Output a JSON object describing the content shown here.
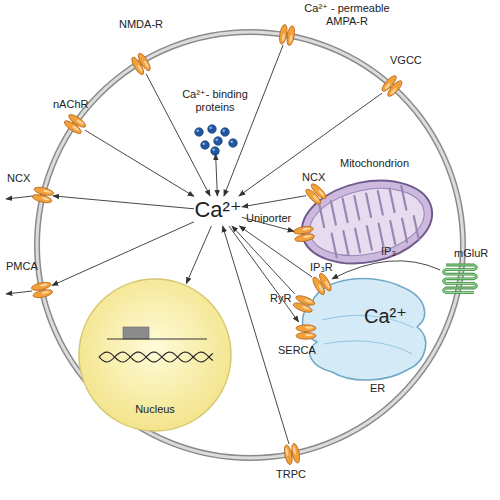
{
  "diagram": {
    "nodes": [
      {
        "text": [
          "NMDA-R"
        ]
      },
      {
        "text": [
          "Ca²⁺ - permeable AMPA-R"
        ]
      },
      {
        "text": [
          "VGCC"
        ]
      },
      {
        "text": [
          "nAChR"
        ]
      },
      {
        "text": [
          "Ca²⁺- binding proteins"
        ]
      },
      {
        "text": [
          "Mitochondrion"
        ]
      },
      {
        "text": [
          "NCX"
        ],
        "in": 5
      },
      {
        "text": [
          "Uniporter"
        ],
        "in": 5
      },
      {
        "text": [
          "Ca²⁺"
        ]
      },
      {
        "text": [
          "NCX"
        ]
      },
      {
        "text": [
          "mGluR"
        ]
      },
      {
        "text": [
          "PMCA"
        ]
      },
      {
        "text": [
          "Ca²⁺",
          "ER"
        ]
      },
      {
        "text": [
          "IP₃R"
        ],
        "in": 12
      },
      {
        "text": [
          "RyR"
        ],
        "in": 12
      },
      {
        "text": [
          "SERCA"
        ],
        "in": 12
      },
      {
        "text": [
          "Nucleus"
        ]
      },
      {
        "text": [
          "TRPC"
        ]
      }
    ],
    "edges": [
      {
        "from": 0,
        "to": 8,
        "arrow": "to"
      },
      {
        "from": 1,
        "to": 8,
        "arrow": "to"
      },
      {
        "from": 2,
        "to": 8,
        "arrow": "to"
      },
      {
        "from": 3,
        "to": 8,
        "arrow": "to"
      },
      {
        "from": 4,
        "to": 8,
        "arrow": "both"
      },
      {
        "from": 6,
        "to": 8,
        "arrow": "to"
      },
      {
        "from": 8,
        "to": 7,
        "arrow": "to"
      },
      {
        "from": 8,
        "to": 9,
        "arrow": "to"
      },
      {
        "from": 8,
        "to": 11,
        "arrow": "to"
      },
      {
        "from": 10,
        "to": 13,
        "label": "IP₃",
        "arrow": "to"
      },
      {
        "from": 13,
        "to": 8,
        "arrow": "to"
      },
      {
        "from": 14,
        "to": 8,
        "arrow": "to"
      },
      {
        "from": 8,
        "to": 15,
        "arrow": "to"
      },
      {
        "from": 8,
        "to": 16,
        "arrow": "to"
      },
      {
        "from": 17,
        "to": 8,
        "arrow": "to"
      }
    ]
  }
}
